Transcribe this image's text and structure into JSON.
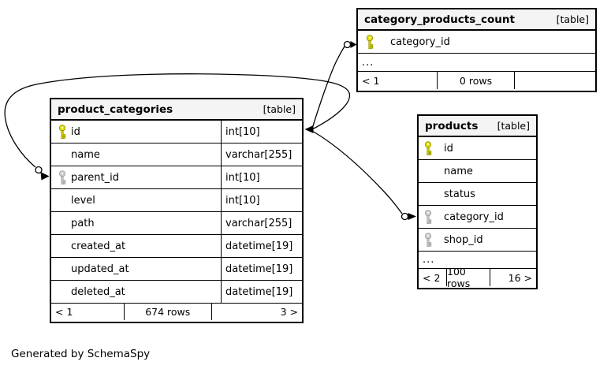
{
  "note": "Generated by SchemaSpy",
  "colors": {
    "pk_key": "#e3e300",
    "pk_key_stroke": "#9c9c00",
    "fk_key": "#cccccc",
    "fk_key_stroke": "#a8a8a8",
    "header_bg": "#f4f4f4",
    "border": "#000000"
  },
  "tables": [
    {
      "name": "category_products_count",
      "type_label": "[table]",
      "ellipsis": "...",
      "columns": [
        {
          "name": "category_id",
          "key": "pk",
          "type": ""
        }
      ],
      "footer": {
        "left": "< 1",
        "center": "0 rows",
        "right": ""
      }
    },
    {
      "name": "product_categories",
      "type_label": "[table]",
      "columns": [
        {
          "name": "id",
          "key": "pk",
          "type": "int[10]"
        },
        {
          "name": "name",
          "key": "",
          "type": "varchar[255]"
        },
        {
          "name": "parent_id",
          "key": "fk",
          "type": "int[10]"
        },
        {
          "name": "level",
          "key": "",
          "type": "int[10]"
        },
        {
          "name": "path",
          "key": "",
          "type": "varchar[255]"
        },
        {
          "name": "created_at",
          "key": "",
          "type": "datetime[19]"
        },
        {
          "name": "updated_at",
          "key": "",
          "type": "datetime[19]"
        },
        {
          "name": "deleted_at",
          "key": "",
          "type": "datetime[19]"
        }
      ],
      "footer": {
        "left": "< 1",
        "center": "674 rows",
        "right": "3 >"
      }
    },
    {
      "name": "products",
      "type_label": "[table]",
      "ellipsis": "...",
      "columns": [
        {
          "name": "id",
          "key": "pk",
          "type": ""
        },
        {
          "name": "name",
          "key": "",
          "type": ""
        },
        {
          "name": "status",
          "key": "",
          "type": ""
        },
        {
          "name": "category_id",
          "key": "fk",
          "type": ""
        },
        {
          "name": "shop_id",
          "key": "fk",
          "type": ""
        }
      ],
      "footer": {
        "left": "< 2",
        "center": "100 rows",
        "right": "16 >"
      }
    }
  ],
  "relationships": [
    {
      "from": "product_categories.id",
      "to": "category_products_count.category_id"
    },
    {
      "from": "product_categories.id",
      "to": "products.category_id"
    },
    {
      "from": "product_categories.id",
      "to": "product_categories.parent_id"
    }
  ]
}
